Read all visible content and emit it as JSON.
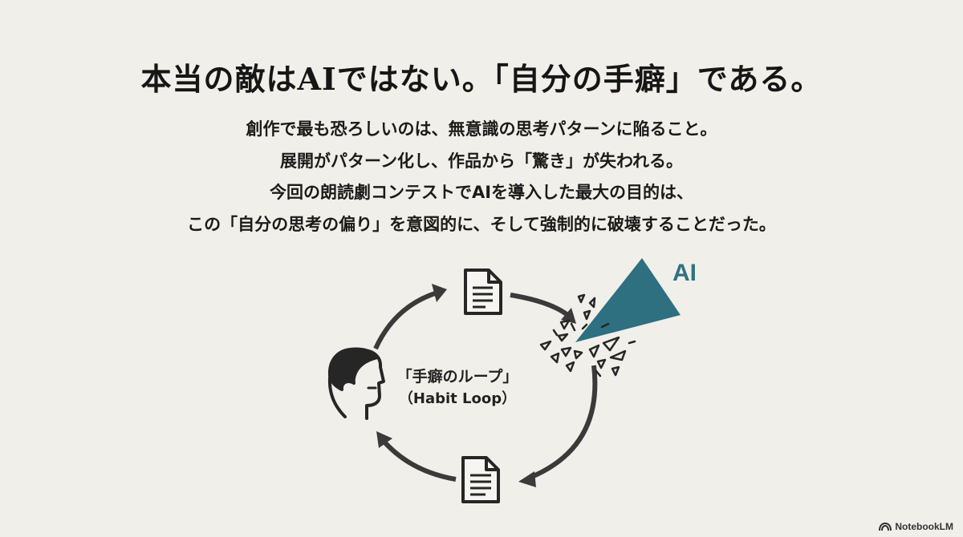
{
  "title": "本当の敵はAIではない。「自分の手癖」である。",
  "body_lines": [
    "創作で最も恐ろしいのは、無意識の思考パターンに陥ること。",
    "展開がパターン化し、作品から「驚き」が失われる。",
    "今回の朗読劇コンテストでAIを導入した最大の目的は、",
    "この「自分の思考の偏り」を意図的に、そして強制的に破壊することだった。"
  ],
  "diagram": {
    "loop_label_jp": "「手癖のループ」",
    "loop_label_en": "（Habit Loop）",
    "ai_label": "AI",
    "ai_color": "#2e6f80",
    "arrow_color": "#3a3a3a",
    "icons": [
      "head-profile-icon",
      "document-icon",
      "document-icon",
      "broken-shards-icon",
      "ai-wedge-icon"
    ]
  },
  "brand": {
    "label": "NotebookLM",
    "icon": "notebooklm-logo-icon"
  }
}
